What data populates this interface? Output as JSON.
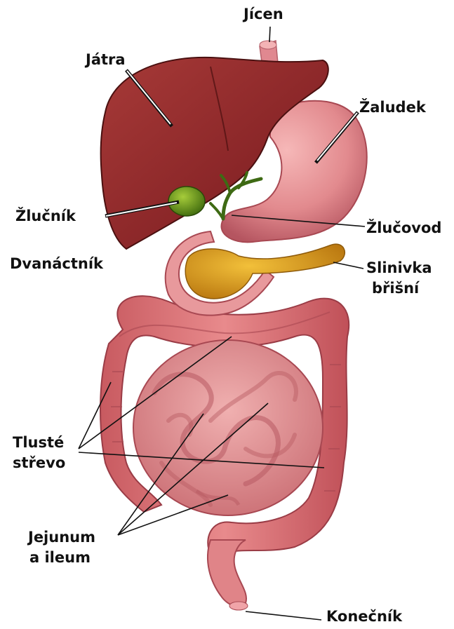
{
  "labels": {
    "jicen": "Jícen",
    "jatra": "Játra",
    "zaludek": "Žaludek",
    "zlucnik": "Žlučník",
    "zlucovod": "Žlučovod",
    "dvanactnik": "Dvanáctník",
    "slinivka_1": "Slinivka",
    "slinivka_2": "břišní",
    "tluste_1": "Tlusté",
    "tluste_2": "střevo",
    "jejunum_1": "Jejunum",
    "jejunum_2": "a ileum",
    "konecnik": "Konečník"
  },
  "colors": {
    "liver": "#8e2a2a",
    "stomach": "#e2888c",
    "gallbladder": "#5d8a16",
    "pancreas": "#d99a1c",
    "large_intestine": "#d77072",
    "small_intestine": "#e29396",
    "esophagus": "#e08890",
    "bile_duct": "#3e6a14",
    "text": "#111111"
  }
}
